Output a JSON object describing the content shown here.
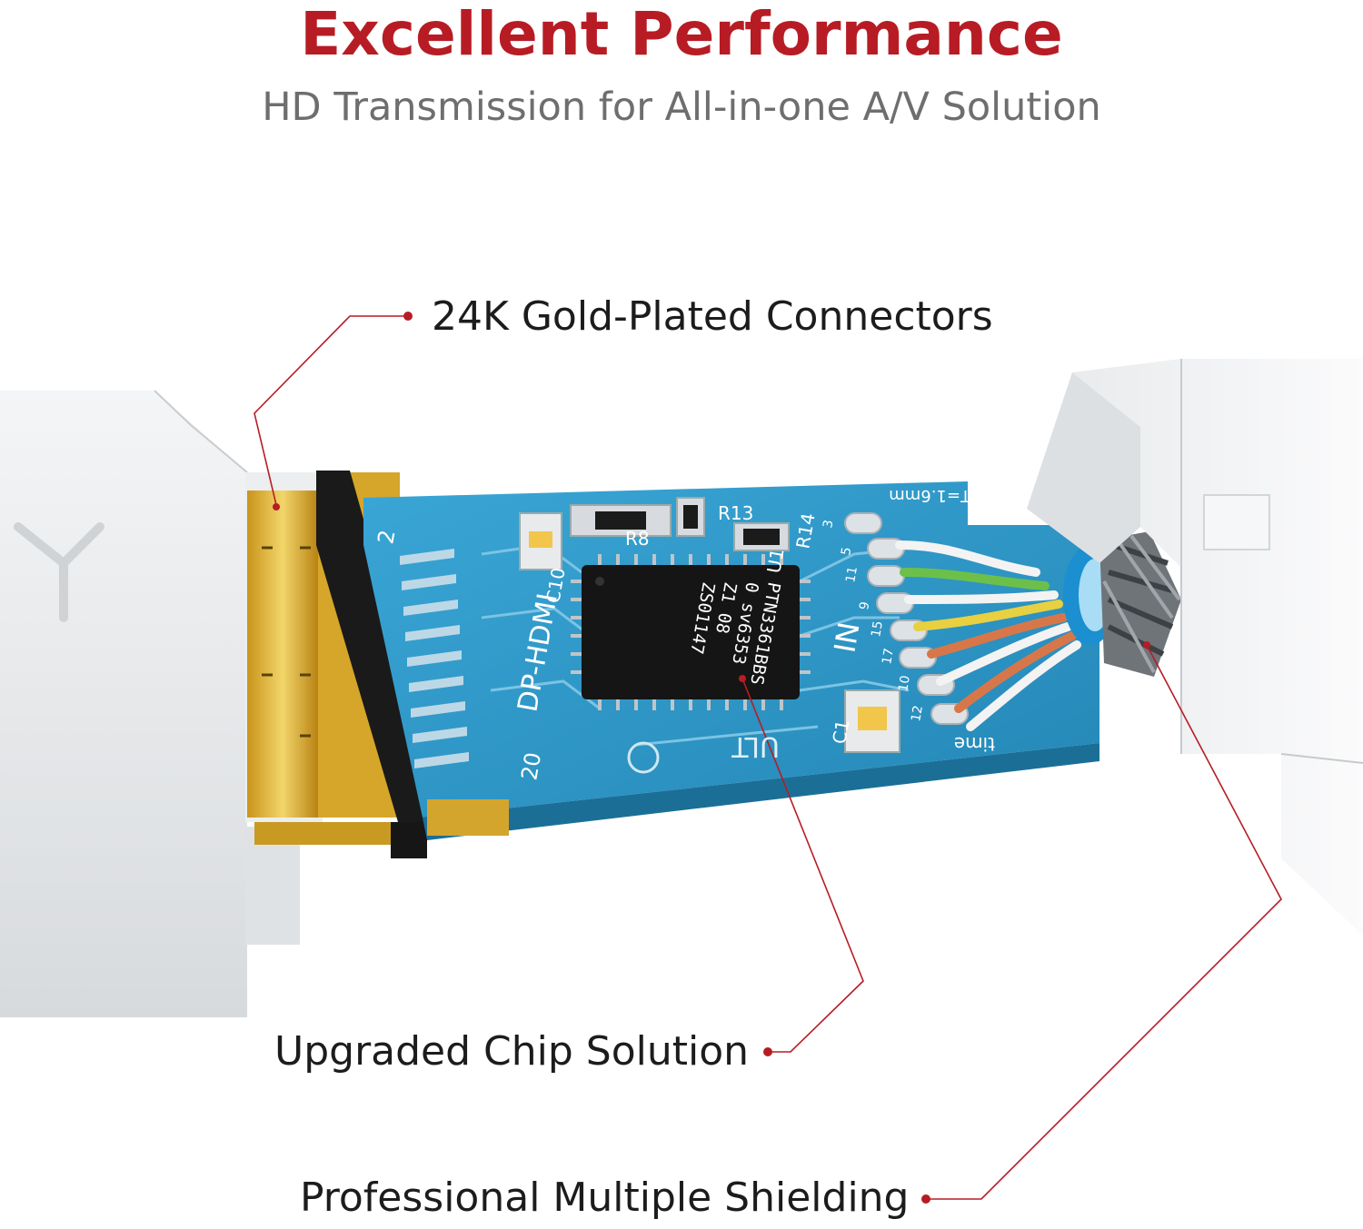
{
  "header": {
    "title": "Excellent Performance",
    "subtitle": "HD Transmission for All-in-one A/V Solution"
  },
  "callouts": {
    "connectors": "24K Gold-Plated Connectors",
    "chip": "Upgraded Chip Solution",
    "shielding": "Professional Multiple Shielding"
  },
  "board": {
    "name": "DP-HDMI",
    "pin_start": "2",
    "pin_end": "20",
    "thickness": "T=1.6mm",
    "side": "IN",
    "brand": "ULT",
    "tag": "time",
    "chip_lines": [
      "PTN3361BBS",
      "0  sv6353",
      "Z1     08",
      "ZS01147"
    ],
    "components": {
      "r8": "R8",
      "r13": "R13",
      "r14": "R14",
      "u1": "U1",
      "c10": "C10",
      "c1": "C1"
    },
    "pad_numbers": [
      "3",
      "5",
      "11",
      "9",
      "15",
      "17",
      "10",
      "12"
    ]
  },
  "colors": {
    "accent": "#b71c24",
    "pcb": "#2a8fbf",
    "gold": "#d7ad2a"
  }
}
